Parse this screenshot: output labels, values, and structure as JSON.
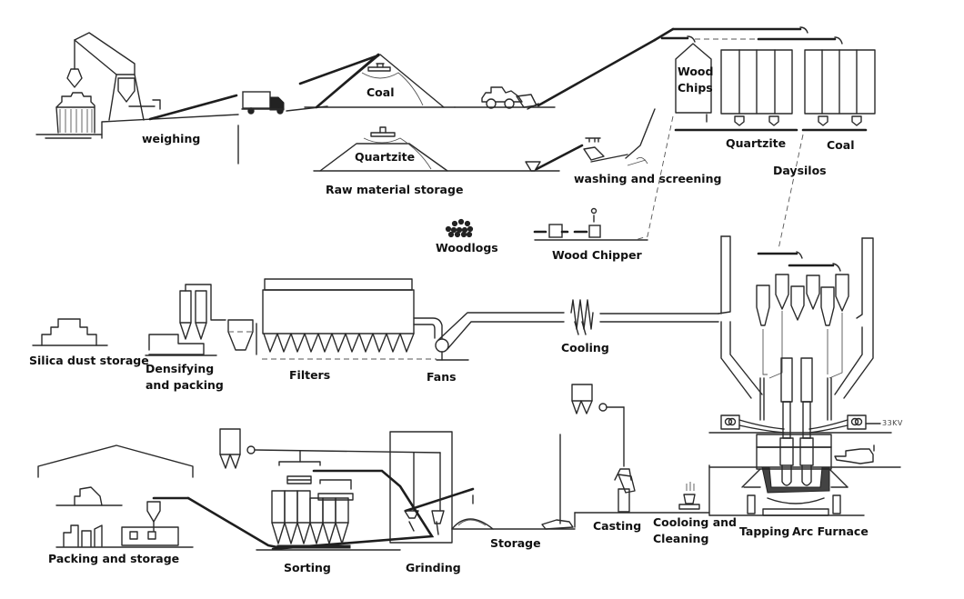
{
  "diagram": {
    "title": "Silicon production process flow",
    "labels": {
      "weighing": "weighing",
      "coal_pile": "Coal",
      "quartzite_pile": "Quartzite",
      "raw_material_storage": "Raw material storage",
      "washing_and_screening": "washing and screening",
      "wood_chips": "Wood\nChips",
      "quartzite_silo": "Quartzite",
      "coal_silo": "Coal",
      "daysilos": "Daysilos",
      "woodlogs": "Woodlogs",
      "wood_chipper": "Wood Chipper",
      "silica_dust_storage": "Silica dust storage",
      "densifying_and_packing": "Densifying\nand packing",
      "filters": "Filters",
      "fans": "Fans",
      "cooling": "Cooling",
      "voltage": "33KV",
      "packing_and_storage": "Packing and storage",
      "sorting": "Sorting",
      "grinding": "Grinding",
      "storage": "Storage",
      "casting": "Casting",
      "cooling_and_cleaning": "Cooloing and\nCleaning",
      "tapping": "Tapping",
      "arc_furnace": "Arc Furnace"
    },
    "stages": [
      "Raw material storage",
      "washing and screening",
      "Daysilos",
      "Wood Chipper",
      "Arc Furnace",
      "Tapping",
      "Casting",
      "Cooloing and Cleaning",
      "Storage",
      "Grinding",
      "Sorting",
      "Packing and storage",
      "Cooling",
      "Fans",
      "Filters",
      "Densifying and packing",
      "Silica dust storage"
    ]
  }
}
